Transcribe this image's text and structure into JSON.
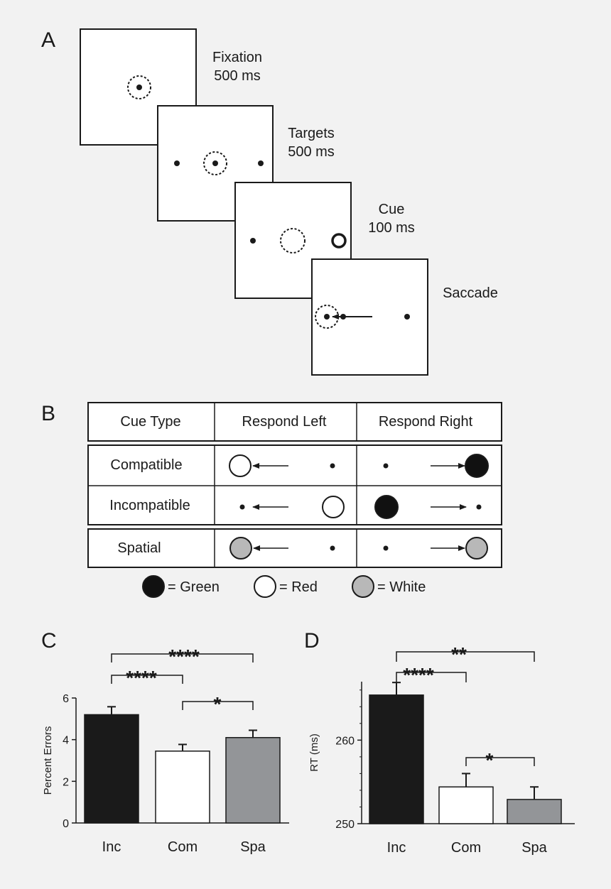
{
  "panels": {
    "a": {
      "letter": "A",
      "screens": [
        {
          "title": "Fixation",
          "duration": "500 ms"
        },
        {
          "title": "Targets",
          "duration": "500 ms"
        },
        {
          "title": "Cue",
          "duration": "100 ms"
        },
        {
          "title": "Saccade",
          "duration": ""
        }
      ]
    },
    "b": {
      "letter": "B",
      "headers": [
        "Cue Type",
        "Respond Left",
        "Respond Right"
      ],
      "rows": [
        "Compatible",
        "Incompatible",
        "Spatial"
      ],
      "legend": [
        "= Green",
        "= Red",
        "= White"
      ],
      "colors": {
        "green": "#111111",
        "red": "#ffffff",
        "white": "#b8b8b8"
      }
    },
    "c": {
      "letter": "C"
    },
    "d": {
      "letter": "D"
    }
  },
  "chart_data": [
    {
      "type": "bar",
      "panel": "C",
      "categories": [
        "Inc",
        "Com",
        "Spa"
      ],
      "values": [
        5.2,
        3.45,
        4.1
      ],
      "errors": [
        0.38,
        0.32,
        0.35
      ],
      "colors": [
        "#1a1a1a",
        "#ffffff",
        "#939598"
      ],
      "ylabel": "Percent Errors",
      "ylim": [
        0,
        6
      ],
      "yticks": [
        0,
        2,
        4,
        6
      ],
      "significance": [
        {
          "from": 0,
          "to": 2,
          "label": "****"
        },
        {
          "from": 0,
          "to": 1,
          "label": "****"
        },
        {
          "from": 1,
          "to": 2,
          "label": "*"
        }
      ]
    },
    {
      "type": "bar",
      "panel": "D",
      "categories": [
        "Inc",
        "Com",
        "Spa"
      ],
      "values": [
        265.4,
        254.4,
        252.9
      ],
      "errors": [
        1.5,
        1.6,
        1.5
      ],
      "colors": [
        "#1a1a1a",
        "#ffffff",
        "#939598"
      ],
      "ylabel": "RT (ms)",
      "ylim": [
        250,
        267
      ],
      "yticks": [
        250,
        260
      ],
      "significance": [
        {
          "from": 0,
          "to": 2,
          "label": "**"
        },
        {
          "from": 0,
          "to": 1,
          "label": "****"
        },
        {
          "from": 1,
          "to": 2,
          "label": "*"
        }
      ]
    }
  ]
}
